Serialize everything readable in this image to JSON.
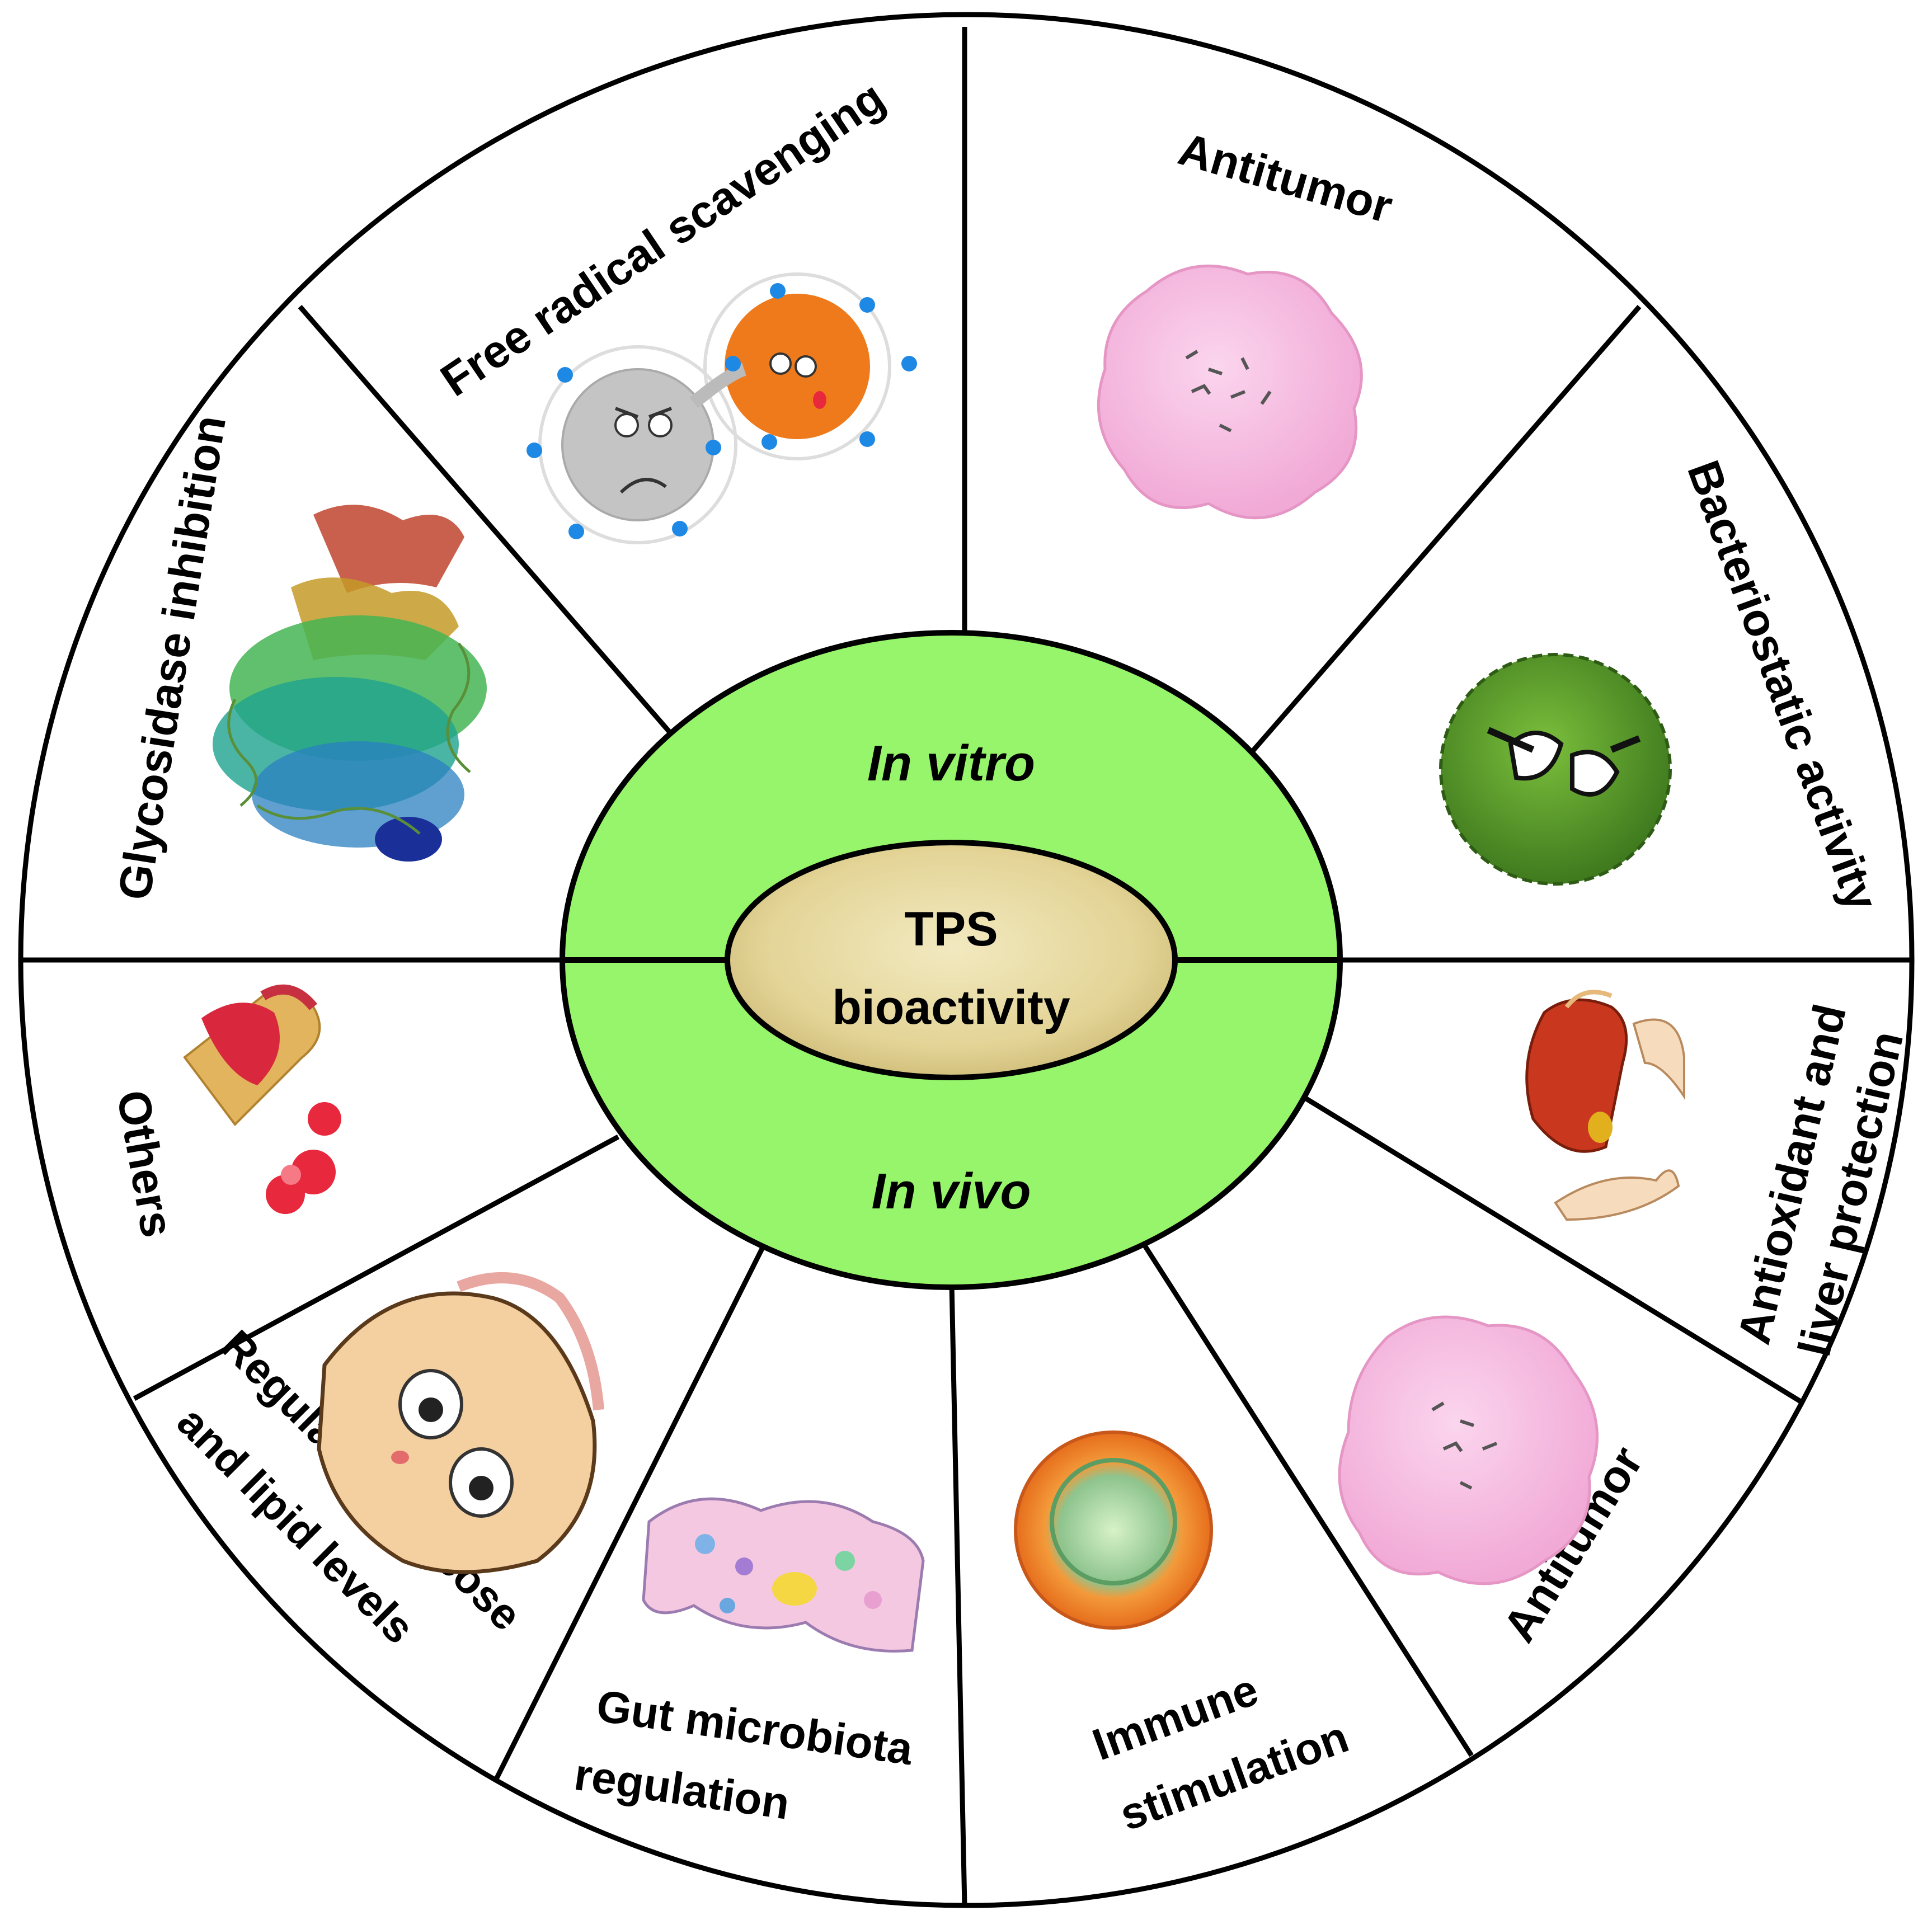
{
  "center": {
    "line1": "TPS",
    "line2": "bioactivity"
  },
  "ring": {
    "top_label": "In vitro",
    "bottom_label": "In vivo"
  },
  "segments": {
    "free_radical": "Free radical scavenging",
    "antitumor_vitro": "Antitumor",
    "bacteriostatic": "Bacteriostatic activity",
    "glycosidase": "Glycosidase inhibition",
    "antioxidant_line1": "Antioxidant and",
    "antioxidant_line2": "liver protection",
    "antitumor_vivo": "Antitumor",
    "immune_line1": "Immune",
    "immune_line2": "stimulation",
    "gut_line1": "Gut microbiota",
    "gut_line2": "regulation",
    "glucose_line1": "Regulating glucose",
    "glucose_line2": "and lipid levels",
    "others": "Others"
  },
  "icons": [
    "radical-molecules-icon",
    "tumor-cell-icon",
    "bacterium-icon",
    "protein-structure-icon",
    "liver-hands-icon",
    "immune-cell-icon",
    "gut-microbiota-icon",
    "fat-cell-icon",
    "capsule-pill-icon"
  ],
  "colors": {
    "ring_green": "#96f56a",
    "center_gold": "#e8dba0",
    "line": "#000000"
  }
}
